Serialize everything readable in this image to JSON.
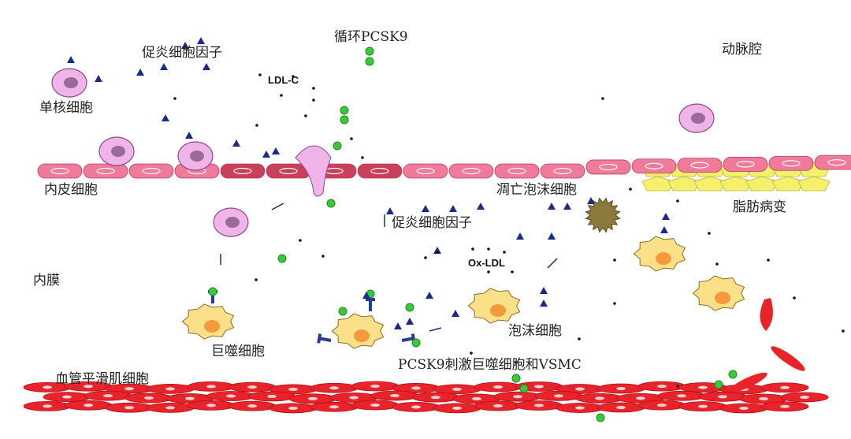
{
  "labels": {
    "circulating_pcsk9": "循环PCSK9",
    "arterial_lumen": "动脉腔",
    "cytokines_top": "促炎细胞因子",
    "ldl_c": "LDL-C",
    "monocyte": "单核细胞",
    "endothelial_cell": "内皮细胞",
    "apoptotic_foam_cell": "凋亡泡沫细胞",
    "fatty_lesion": "脂肪病变",
    "cytokines_mid": "促炎细胞因子",
    "intima": "内膜",
    "ox_ldl": "Ox-LDL",
    "foam_cell": "泡沫细胞",
    "macrophage": "巨噬细胞",
    "pcsk9_stimulates": "PCSK9刺激巨噬细胞和VSMC",
    "vsmc": "血管平滑肌细胞"
  },
  "colors": {
    "endothelium": "#f07a9a",
    "endothelium_damaged": "#c8405a",
    "monocyte": "#f0b4e8",
    "nucleus": "#9a6a9a",
    "macrophage": "#fbe08a",
    "macro_nucleus": "#f59a3a",
    "vsmc": "#e8232a",
    "pcsk9": "#3cc83c",
    "cytokine": "#1a2a8a",
    "lesion": "#f4f06a",
    "apoptotic": "#8c7a3a"
  }
}
